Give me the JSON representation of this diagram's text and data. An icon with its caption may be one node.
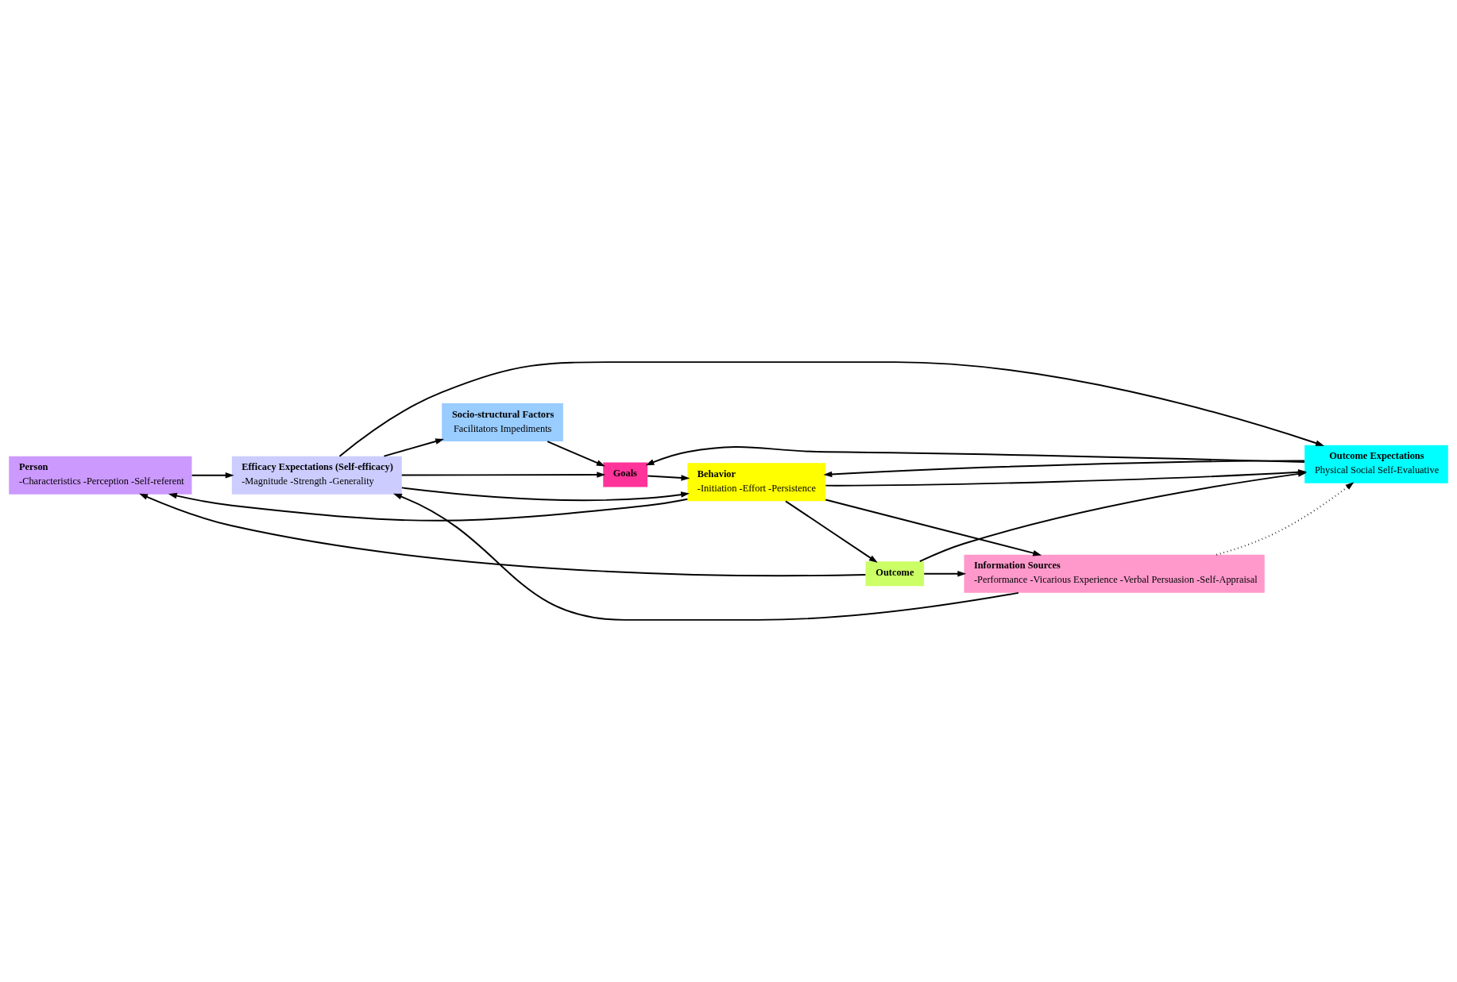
{
  "diagram": {
    "nodes": [
      {
        "text": [
          "Person",
          "-Characteristics -Perception -Self-referent"
        ]
      },
      {
        "text": [
          "Efficacy Expectations (Self-efficacy)",
          "-Magnitude -Strength -Generality"
        ]
      },
      {
        "text": [
          "Socio-structural Factors",
          "Facilitators Impediments"
        ]
      },
      {
        "text": [
          "Goals"
        ]
      },
      {
        "text": [
          "Outcome Expectations",
          "Physical Social Self-Evaluative"
        ]
      },
      {
        "text": [
          "Behavior",
          "-Initiation -Effort -Persistence"
        ]
      },
      {
        "text": [
          "Outcome"
        ]
      },
      {
        "text": [
          "Information Sources",
          "-Performance -Vicarious Experience -Verbal Persuasion -Self-Appraisal"
        ]
      }
    ],
    "edges": [
      {
        "from": 0,
        "to": 1,
        "arrow": "to"
      },
      {
        "from": 1,
        "to": 2,
        "arrow": "to"
      },
      {
        "from": 1,
        "to": 3,
        "arrow": "to"
      },
      {
        "from": 1,
        "to": 4,
        "arrow": "to"
      },
      {
        "from": 2,
        "to": 3,
        "arrow": "to"
      },
      {
        "from": 4,
        "to": 3,
        "arrow": "to"
      },
      {
        "from": 3,
        "to": 5,
        "arrow": "to"
      },
      {
        "from": 1,
        "to": 5,
        "arrow": "to"
      },
      {
        "from": 4,
        "to": 5,
        "arrow": "to"
      },
      {
        "from": 5,
        "to": 6,
        "arrow": "to"
      },
      {
        "from": 7,
        "to": 1,
        "arrow": "to"
      },
      {
        "from": 7,
        "to": 4,
        "arrow": "to",
        "style": "dashed"
      },
      {
        "from": 5,
        "to": 0,
        "arrow": "to"
      },
      {
        "from": 5,
        "to": 4,
        "arrow": "to"
      },
      {
        "from": 5,
        "to": 7,
        "arrow": "to"
      },
      {
        "from": 6,
        "to": 0,
        "arrow": "to"
      },
      {
        "from": 6,
        "to": 4,
        "arrow": "to"
      },
      {
        "from": 6,
        "to": 7,
        "arrow": "to"
      }
    ]
  }
}
